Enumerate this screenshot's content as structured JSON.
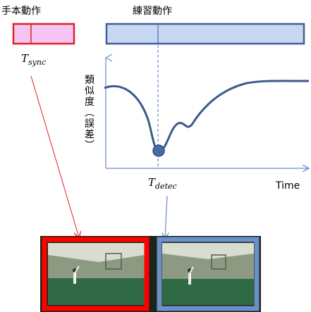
{
  "labels": {
    "model_motion": "手本動作",
    "practice_motion": "練習動作",
    "t_sync_main": "T",
    "t_sync_sub": "sync",
    "t_detec_main": "T",
    "t_detec_sub": "detec",
    "time_axis": "Time",
    "y_axis": "類似度（誤差）"
  },
  "colors": {
    "model_fill": "#f6c4f3",
    "model_border": "#e0202a",
    "practice_fill": "#c9d8f2",
    "practice_border": "#3d5f9a",
    "axis": "#6a8cc8",
    "curve": "#3a5a8c",
    "dashed": "#4a73c0",
    "red_arrow": "#e0202a",
    "blue_arrow": "#6a8cc8",
    "frame_red": "#ff0000",
    "frame_blue": "#6a90c9"
  },
  "icons": {
    "minimum_point": "circle-marker"
  }
}
